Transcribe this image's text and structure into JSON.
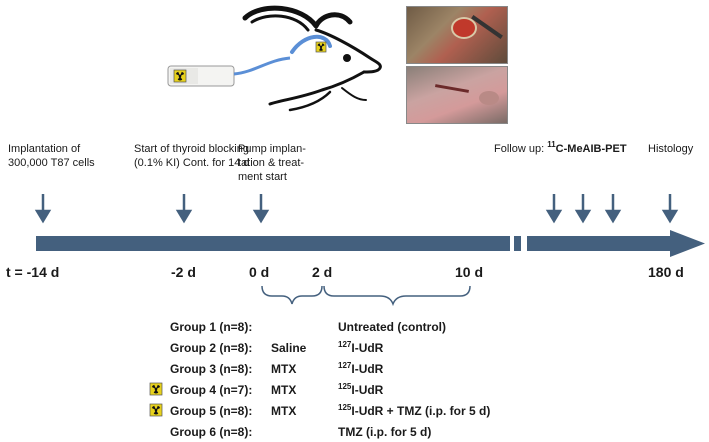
{
  "events": {
    "implantation": "Implantation of 300,000 T87 cells",
    "thyroid": "Start of thyroid blocking (0.1% KI) Cont. for 14 d",
    "pump": "Pump implan- tation & treat- ment start",
    "followup_prefix": "Follow up: ",
    "followup_sup": "11",
    "followup_suffix": "C-MeAIB-PET",
    "histology": "Histology"
  },
  "ticks": {
    "t_start": "t = -14 d",
    "minus2": "-2 d",
    "zero": "0 d",
    "two": "2 d",
    "ten": "10 d",
    "end": "180 d"
  },
  "groups": [
    {
      "name": "Group 1 (n=8):",
      "pre": "",
      "treat_sup": "",
      "treat": "Untreated (control)",
      "radio": false
    },
    {
      "name": "Group 2 (n=8):",
      "pre": "Saline",
      "treat_sup": "127",
      "treat": "I-UdR",
      "radio": false
    },
    {
      "name": "Group 3 (n=8):",
      "pre": "MTX",
      "treat_sup": "127",
      "treat": "I-UdR",
      "radio": false
    },
    {
      "name": "Group 4 (n=7):",
      "pre": "MTX",
      "treat_sup": "125",
      "treat": "I-UdR",
      "radio": true
    },
    {
      "name": "Group 5 (n=8):",
      "pre": "MTX",
      "treat_sup": "125",
      "treat": "I-UdR + TMZ (i.p. for 5 d)",
      "radio": true
    },
    {
      "name": "Group 6 (n=8):",
      "pre": "",
      "treat_sup": "",
      "treat": "TMZ (i.p. for 5 d)",
      "radio": false
    }
  ],
  "colors": {
    "timeline": "#44607e",
    "pump_blue": "#5b8fd6",
    "radiation_yellow": "#e8d21c"
  },
  "icons": [
    "rat-head-drawing",
    "osmotic-pump-drawing",
    "radiation-icon",
    "surgery-photo",
    "rat-photo"
  ]
}
